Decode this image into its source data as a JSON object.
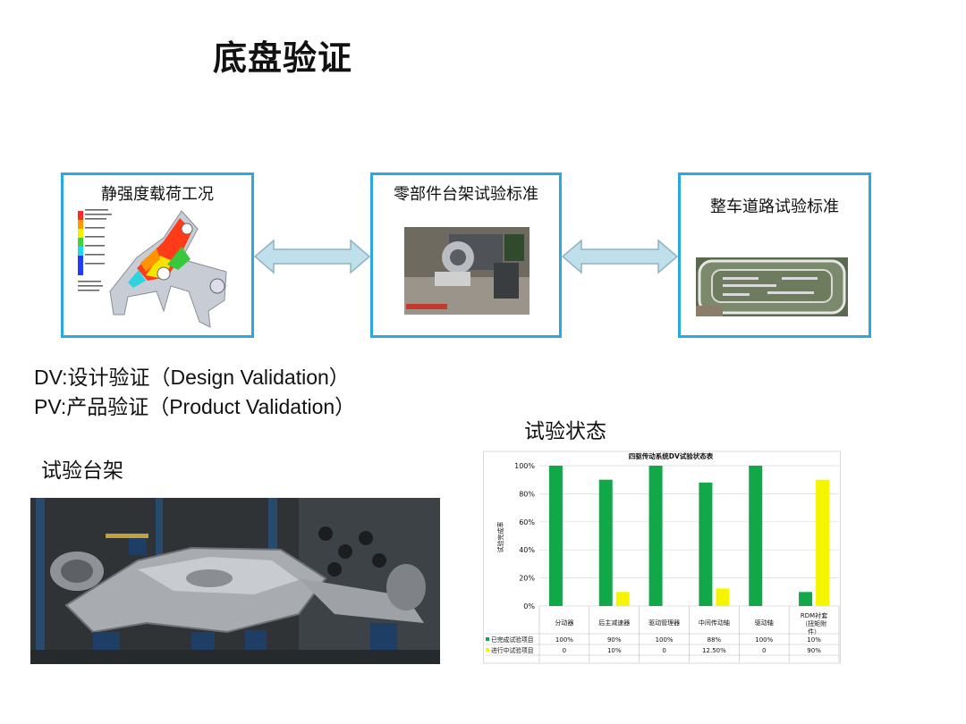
{
  "title": "底盘验证",
  "flow": {
    "boxes": [
      {
        "label": "静强度载荷工况"
      },
      {
        "label": "零部件台架试验标准"
      },
      {
        "label": "整车道路试验标准"
      }
    ]
  },
  "definitions": {
    "dv": "DV:设计验证（Design Validation）",
    "pv": "PV:产品验证（Product Validation）"
  },
  "rig_label": "试验台架",
  "status_label": "试验状态",
  "colors": {
    "border": "#29a9df",
    "arrow": "#bfe0ea",
    "green": "#12a84a",
    "yellow": "#f5f500"
  },
  "chart_data": {
    "type": "bar",
    "title": "四驱传动系统DV试验状态表",
    "ylabel": "试验完成率",
    "ylim": [
      0,
      100
    ],
    "yticks": [
      "0%",
      "20%",
      "40%",
      "60%",
      "80%",
      "100%"
    ],
    "categories": [
      "分动器",
      "后主减速器",
      "驱动管理器",
      "中间传动轴",
      "驱动轴",
      "RDM衬套（扭矩附件）"
    ],
    "series": [
      {
        "name": "已完成试验项目",
        "values": [
          100,
          90,
          100,
          88,
          100,
          10
        ],
        "labels": [
          "100%",
          "90%",
          "100%",
          "88%",
          "100%",
          "10%"
        ]
      },
      {
        "name": "进行中试验项目",
        "values": [
          0,
          10,
          0,
          12.5,
          0,
          90
        ],
        "labels": [
          "0",
          "10%",
          "0",
          "12.50%",
          "0",
          "90%"
        ]
      }
    ]
  }
}
